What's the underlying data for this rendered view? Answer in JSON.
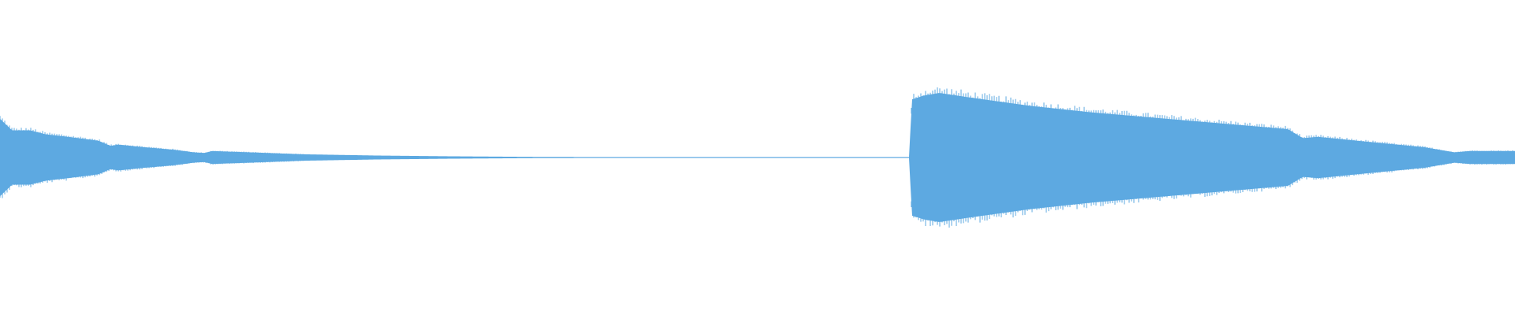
{
  "waveform": {
    "color": "#5DA9E1",
    "background": "#FFFFFF",
    "amplitude_envelope": [
      [
        0.0,
        0.6
      ],
      [
        0.008,
        0.42
      ],
      [
        0.02,
        0.42
      ],
      [
        0.03,
        0.36
      ],
      [
        0.045,
        0.32
      ],
      [
        0.065,
        0.26
      ],
      [
        0.073,
        0.18
      ],
      [
        0.078,
        0.2
      ],
      [
        0.095,
        0.16
      ],
      [
        0.105,
        0.14
      ],
      [
        0.115,
        0.12
      ],
      [
        0.128,
        0.08
      ],
      [
        0.135,
        0.07
      ],
      [
        0.14,
        0.1
      ],
      [
        0.165,
        0.08
      ],
      [
        0.2,
        0.05
      ],
      [
        0.25,
        0.03
      ],
      [
        0.3,
        0.018
      ],
      [
        0.35,
        0.01
      ],
      [
        0.42,
        0.006
      ],
      [
        0.5,
        0.004
      ],
      [
        0.56,
        0.003
      ],
      [
        0.59,
        0.002
      ],
      [
        0.6,
        0.001
      ],
      [
        0.602,
        0.9
      ],
      [
        0.61,
        0.96
      ],
      [
        0.62,
        1.0
      ],
      [
        0.64,
        0.93
      ],
      [
        0.68,
        0.8
      ],
      [
        0.72,
        0.7
      ],
      [
        0.76,
        0.62
      ],
      [
        0.8,
        0.54
      ],
      [
        0.85,
        0.44
      ],
      [
        0.86,
        0.3
      ],
      [
        0.87,
        0.32
      ],
      [
        0.9,
        0.25
      ],
      [
        0.94,
        0.16
      ],
      [
        0.96,
        0.08
      ],
      [
        0.97,
        0.1
      ],
      [
        1.0,
        0.1
      ]
    ],
    "spike_jitter": 0.07
  }
}
